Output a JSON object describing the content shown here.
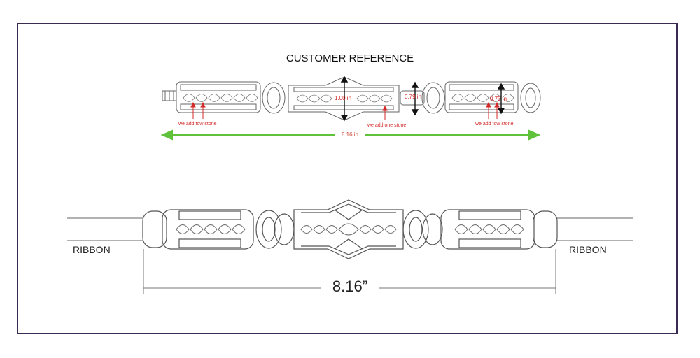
{
  "diagram": {
    "title": "CUSTOMER REFERENCE",
    "reference_notes": {
      "add_two_stone_left": "we add tow stone",
      "add_one_stone": "we add one stone",
      "add_two_stone_right": "we add tow stone"
    },
    "reference_dimensions": {
      "center_height": "1.00 in",
      "connector_height": "0.79 in",
      "side_height": "0.73 in",
      "total_length": "8.16 in"
    },
    "ribbon_left": "RIBBON",
    "ribbon_right": "RIBBON",
    "total_length_label": "8.16”",
    "colors": {
      "frame": "#3b2a52",
      "annotation_red": "#d42a2a",
      "arrow_green": "#5fc23a",
      "sketch_line": "#555555"
    }
  }
}
